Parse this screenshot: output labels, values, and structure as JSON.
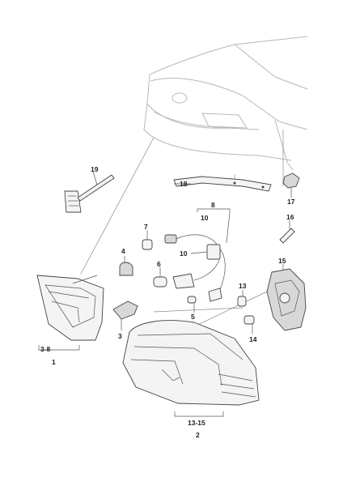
{
  "callouts": {
    "c1": "1",
    "c2": "2",
    "c3": "3",
    "c3_8": "3-8",
    "c4": "4",
    "c5": "5",
    "c6": "6",
    "c7": "7",
    "c8": "8",
    "c10a": "10",
    "c10b": "10",
    "c13": "13",
    "c13_15": "13-15",
    "c14": "14",
    "c15": "15",
    "c16": "16",
    "c17": "17",
    "c18": "18",
    "c19": "19"
  }
}
